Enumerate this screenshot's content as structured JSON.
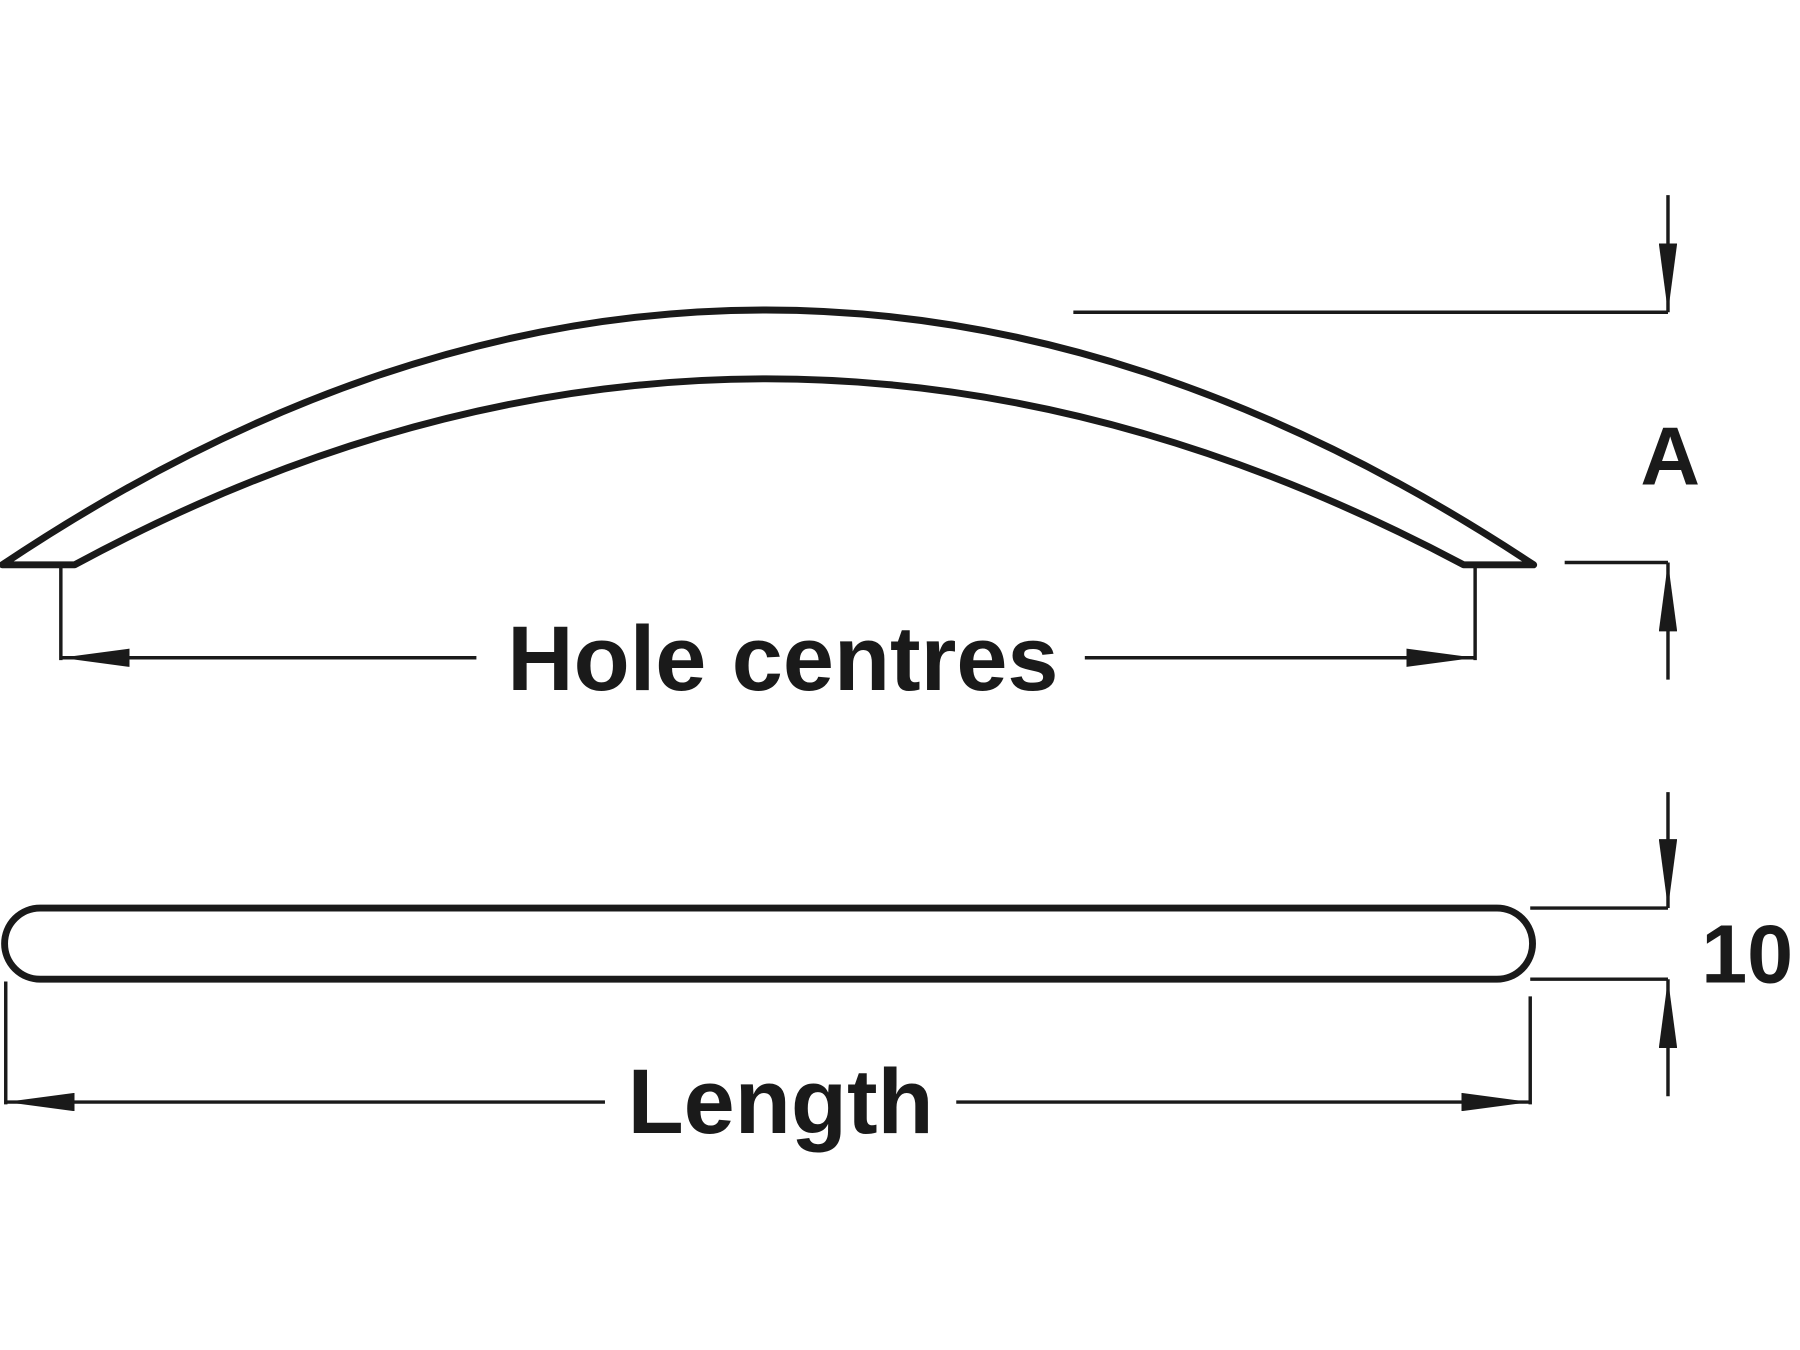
{
  "labels": {
    "hole_centres": "Hole centres",
    "height_dim": "A",
    "thickness_dim": "10",
    "length": "Length"
  },
  "colors": {
    "line": "#1a1a1a",
    "background": "#ffffff"
  }
}
